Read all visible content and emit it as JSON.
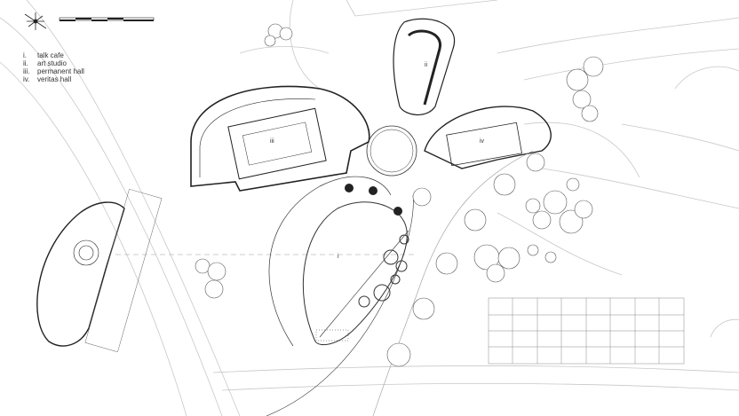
{
  "legend": [
    {
      "num": "i.",
      "label": "talk cafe"
    },
    {
      "num": "ii.",
      "label": "art studio"
    },
    {
      "num": "iii.",
      "label": "permanent hall"
    },
    {
      "num": "iv.",
      "label": "veritas hall"
    }
  ],
  "building_labels": {
    "i": "i",
    "ii": "ii",
    "iii": "iii",
    "iv": "iv"
  },
  "colors": {
    "line": "#555555",
    "light": "#bbbbbb",
    "wall": "#222222"
  }
}
